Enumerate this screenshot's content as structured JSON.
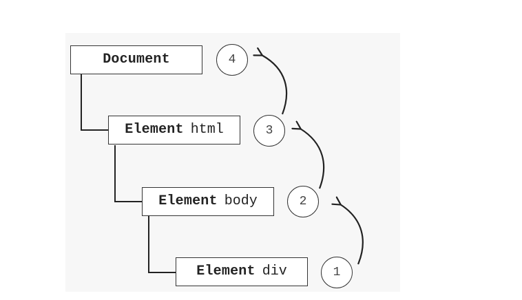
{
  "nodes": [
    {
      "id": "document",
      "keyword": "Document",
      "arg": ""
    },
    {
      "id": "html",
      "keyword": "Element",
      "arg": "html"
    },
    {
      "id": "body",
      "keyword": "Element",
      "arg": "body"
    },
    {
      "id": "div",
      "keyword": "Element",
      "arg": "div"
    }
  ],
  "steps": [
    "4",
    "3",
    "2",
    "1"
  ],
  "colors": {
    "stroke": "#333333",
    "text": "#222222",
    "panel": "#f7f7f7"
  }
}
